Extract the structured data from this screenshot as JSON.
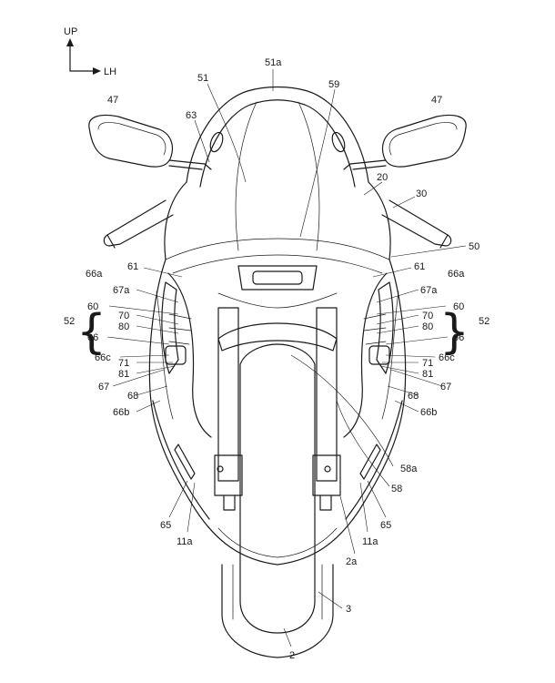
{
  "orientation": {
    "up": "UP",
    "side": "LH"
  },
  "labels": {
    "l51a": "51a",
    "l51": "51",
    "l59": "59",
    "l47a": "47",
    "l47b": "47",
    "l63": "63",
    "l20": "20",
    "l30": "30",
    "l50": "50",
    "l61a": "61",
    "l61b": "61",
    "l66aL": "66a",
    "l66aR": "66a",
    "l67aL": "67a",
    "l67aR": "67a",
    "l60L": "60",
    "l60R": "60",
    "l52L": "52",
    "l52R": "52",
    "l70L": "70",
    "l70R": "70",
    "l80L": "80",
    "l80R": "80",
    "l66L": "66",
    "l66R": "66",
    "l66cL": "66c",
    "l66cR": "66c",
    "l71L": "71",
    "l71R": "71",
    "l81L": "81",
    "l81R": "81",
    "l67L": "67",
    "l67R": "67",
    "l68L": "68",
    "l68R": "68",
    "l66bL": "66b",
    "l66bR": "66b",
    "l58a": "58a",
    "l58": "58",
    "l65L": "65",
    "l65R": "65",
    "l11aL": "11a",
    "l11aR": "11a",
    "l2a": "2a",
    "l3": "3",
    "l2": "2"
  }
}
